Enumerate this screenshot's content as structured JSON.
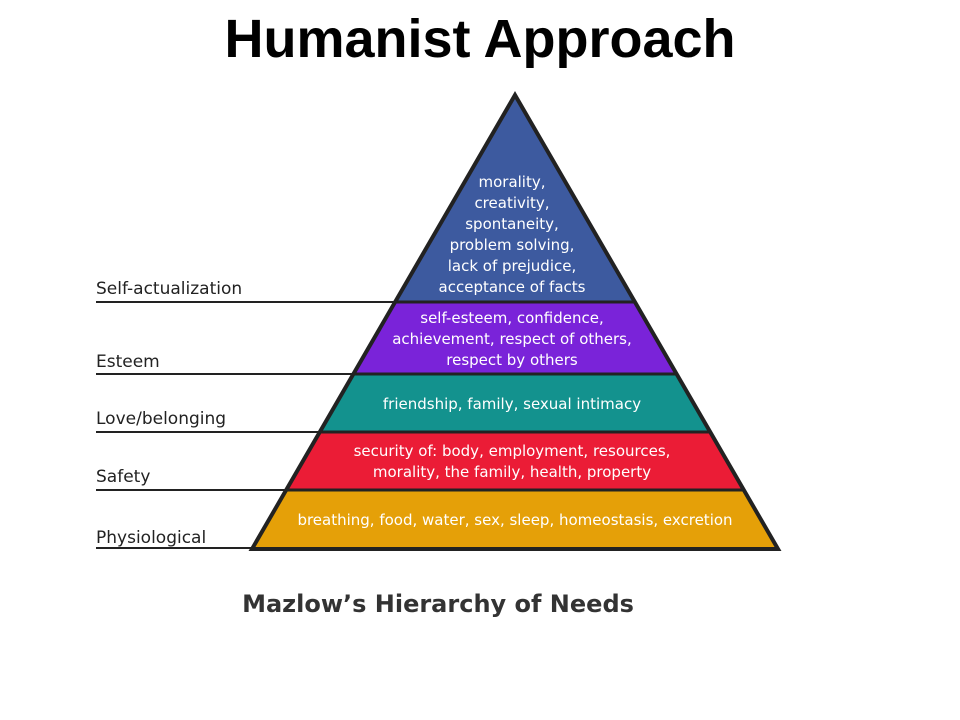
{
  "title": "Humanist Approach",
  "caption": "Mazlow’s Hierarchy of Needs",
  "colors": {
    "outline": "#222222",
    "self_actualization": "#3d5a9f",
    "esteem": "#7a23d9",
    "love_belonging": "#13928e",
    "safety": "#eb1c36",
    "physiological": "#e5a008"
  },
  "levels": [
    {
      "label": "Self-actualization",
      "lines": [
        "morality,",
        "creativity,",
        "spontaneity,",
        "problem solving,",
        "lack of prejudice,",
        "acceptance of facts"
      ]
    },
    {
      "label": "Esteem",
      "lines": [
        "self-esteem, confidence,",
        "achievement, respect of others,",
        "respect by others"
      ]
    },
    {
      "label": "Love/belonging",
      "lines": [
        "friendship, family, sexual intimacy"
      ]
    },
    {
      "label": "Safety",
      "lines": [
        "security of: body, employment, resources,",
        "morality, the family, health, property"
      ]
    },
    {
      "label": "Physiological",
      "lines": [
        "breathing, food, water, sex, sleep, homeostasis, excretion"
      ]
    }
  ]
}
